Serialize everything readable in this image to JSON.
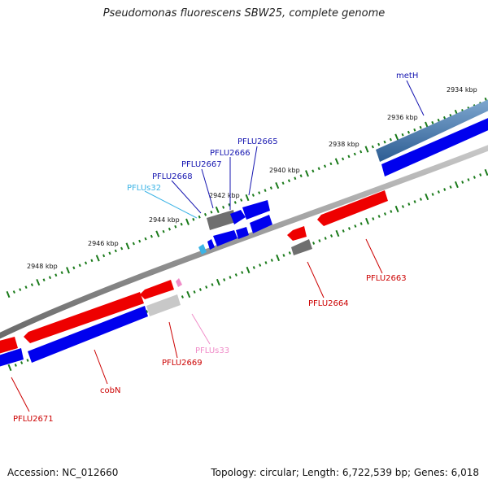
{
  "title": "Pseudomonas fluorescens SBW25, complete genome",
  "footer": {
    "accession": "Accession: NC_012660",
    "info": "Topology: circular; Length: 6,722,539 bp; Genes: 6,018"
  },
  "colors": {
    "forward_gene": "#0000ee",
    "reverse_gene": "#ee0000",
    "backbone": "#888888",
    "tick": "#1a7a1a",
    "label_forward": "#1515b0",
    "label_reverse": "#cc0000",
    "label_trna": "#3cb4e6",
    "label_pink": "#f08cc8"
  },
  "scale_labels": [
    "2934 kbp",
    "2936 kbp",
    "2938 kbp",
    "2940 kbp",
    "2942 kbp",
    "2944 kbp",
    "2946 kbp",
    "2948 kbp"
  ],
  "gene_labels": [
    "metH",
    "PFLU2665",
    "PFLU2666",
    "PFLU2667",
    "PFLU2668",
    "PFLUs32",
    "PFLU2663",
    "PFLU2664",
    "PFLU2669",
    "PFLUs33",
    "cobN",
    "PFLU2671"
  ]
}
